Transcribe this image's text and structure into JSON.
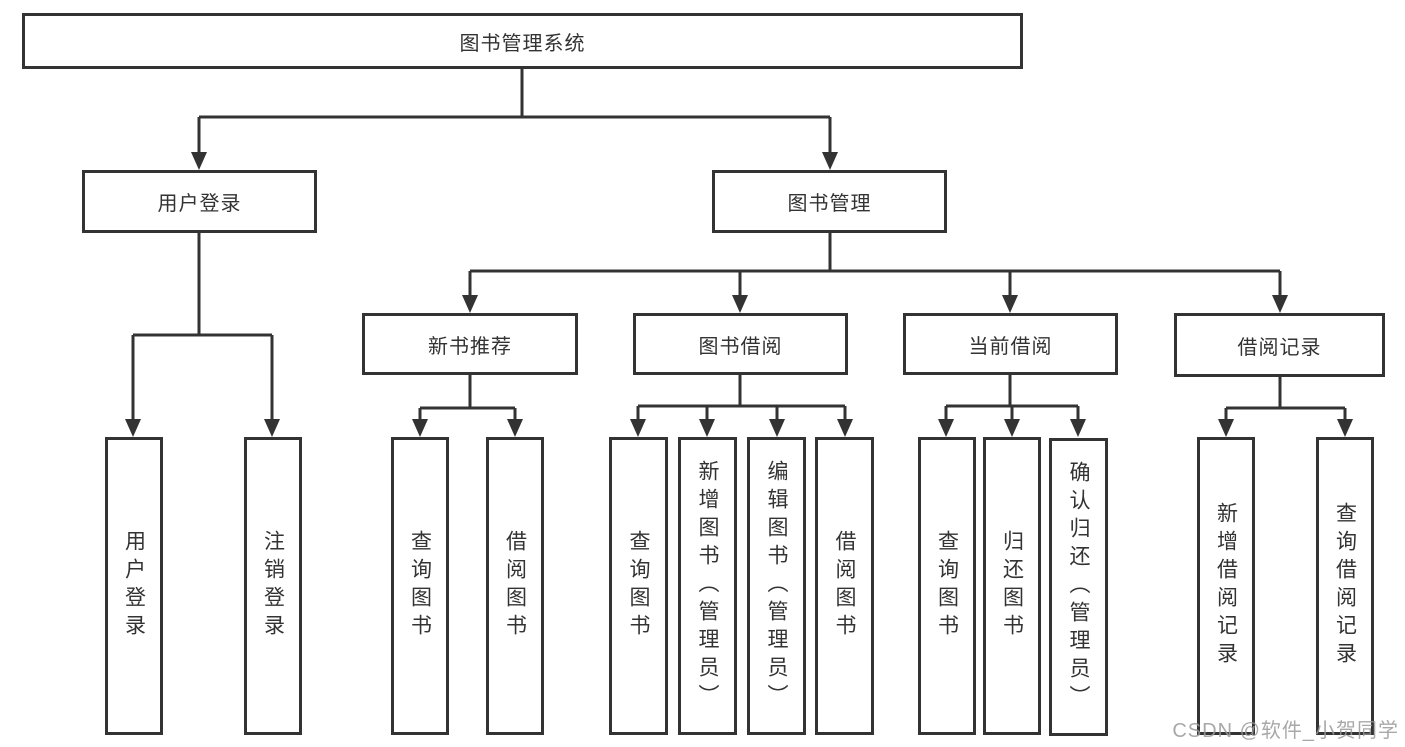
{
  "diagram": {
    "root": "图书管理系统",
    "level2": {
      "user_login": "用户登录",
      "book_mgmt": "图书管理"
    },
    "level3": {
      "new_books": "新书推荐",
      "borrow": "图书借阅",
      "current": "当前借阅",
      "records": "借阅记录"
    },
    "leaves": {
      "user_login_1": "用户登录",
      "user_login_2": "注销登录",
      "new_books_1": "查询图书",
      "new_books_2": "借阅图书",
      "borrow_1": "查询图书",
      "borrow_2": "新增图书（管理员）",
      "borrow_3": "编辑图书（管理员）",
      "borrow_4": "借阅图书",
      "current_1": "查询图书",
      "current_2": "归还图书",
      "current_3": "确认归还（管理员）",
      "records_1": "新增借阅记录",
      "records_2": "查询借阅记录"
    }
  },
  "watermark": "CSDN @软件_小贺同学",
  "colors": {
    "line": "#333333",
    "text": "#333333",
    "background": "#ffffff",
    "watermark": "#9a9a9a"
  }
}
